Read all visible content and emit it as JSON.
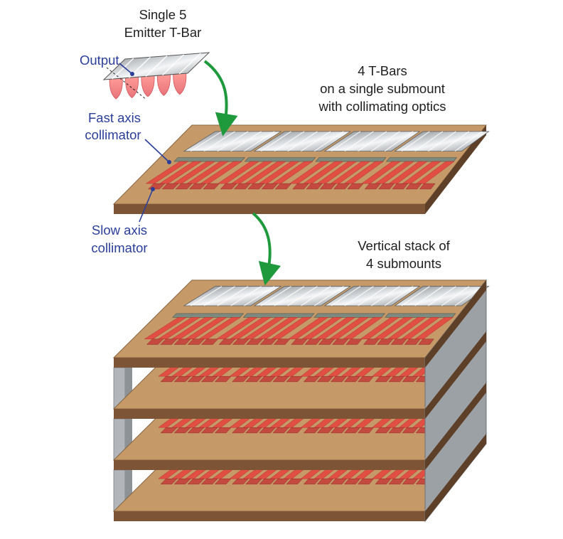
{
  "labels": {
    "single_bar_line1": "Single 5",
    "single_bar_line2": "Emitter T-Bar",
    "output": "Output",
    "four_bars_line1": "4 T-Bars",
    "four_bars_line2": "on a single submount",
    "four_bars_line3": "with collimating optics",
    "fast_axis_line1": "Fast axis",
    "fast_axis_line2": "collimator",
    "slow_axis_line1": "Slow axis",
    "slow_axis_line2": "collimator",
    "stack_line1": "Vertical stack of",
    "stack_line2": "4 submounts"
  },
  "counts": {
    "emitters_per_bar": 5,
    "bars_per_submount": 4,
    "submounts_in_stack": 4
  },
  "colors": {
    "board_top": "#c69a68",
    "board_front": "#7d5536",
    "board_side": "#5e3f27",
    "bar_metal": "#a9adb1",
    "emitter_beam": "#e14e43",
    "lens": "#7f8a7f",
    "arrow": "#1e9a3c",
    "label_blue": "#2a3e9a",
    "label_black": "#1e1e1e",
    "spacer": "#b2b6bb"
  }
}
